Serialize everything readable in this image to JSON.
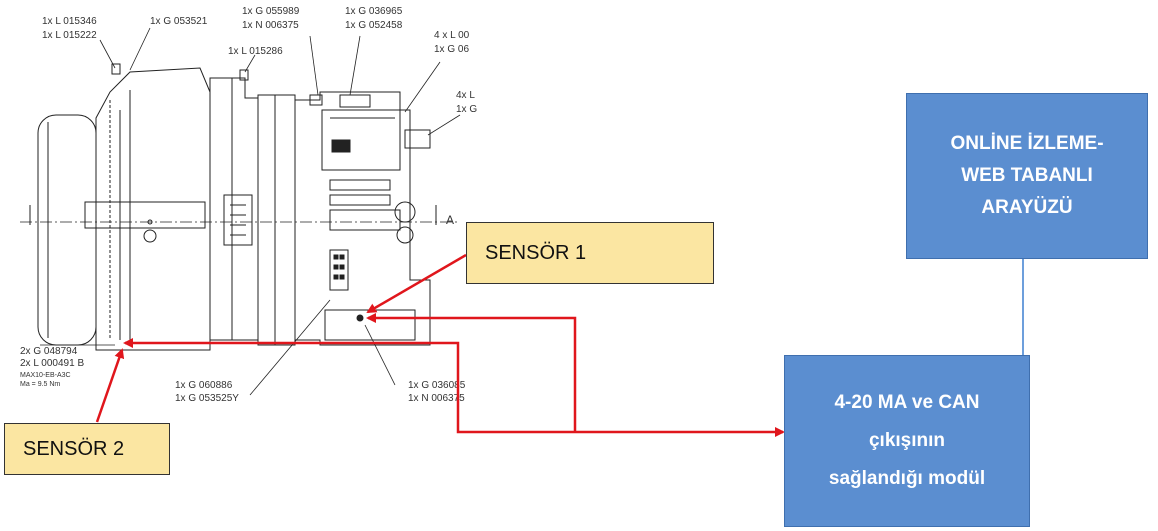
{
  "sensors": {
    "s1": "SENSÖR 1",
    "s2": "SENSÖR 2"
  },
  "boxes": {
    "online": [
      "ONLİNE İZLEME-",
      "WEB TABANLI",
      "ARAYÜZÜ"
    ],
    "module": [
      "4-20 MA ve CAN",
      "çıkışının",
      "sağlandığı modül"
    ]
  },
  "drawing_labels": {
    "l1": "1x L 015346",
    "l2": "1x L 015222",
    "l3": "1x G 053521",
    "l4": "1x G 055989",
    "l5": "1x N 006375",
    "l6": "1x G 036965",
    "l7": "1x G 052458",
    "l8": "1x L 015286",
    "l9": "4 x L 00",
    "l10": "1x G 06",
    "l11": "4x L",
    "l12": "1x G",
    "l13": "2x G 048794",
    "l14": "2x L 000491 B",
    "l15": "MAX10-EB-A3C",
    "l16": "Ma = 9.5 Nm",
    "l17": "1x G 060886",
    "l18": "1x G 053525Y",
    "l19": "1x G 036085",
    "l20": "1x N 006375",
    "l21": "A"
  },
  "colors": {
    "arrow": "#e0161c",
    "box_blue": "#5b8ed0",
    "sensor_fill": "#fbe6a2"
  }
}
